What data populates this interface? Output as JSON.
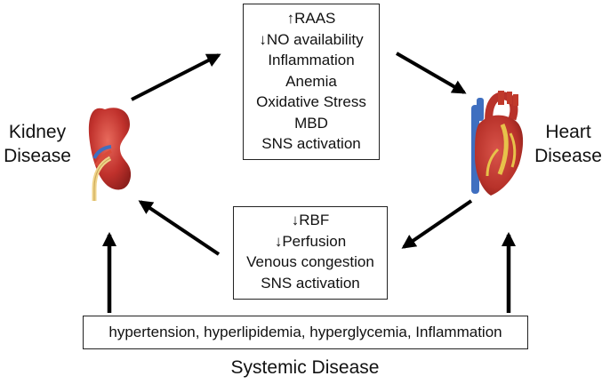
{
  "kidney_label": [
    "Kidney",
    "Disease"
  ],
  "heart_label": [
    "Heart",
    "Disease"
  ],
  "top_box": [
    "↑RAAS",
    "↓NO availability",
    "Inflammation",
    "Anemia",
    "Oxidative Stress",
    "MBD",
    "SNS activation"
  ],
  "middle_box": [
    "↓RBF",
    "↓Perfusion",
    "Venous congestion",
    "SNS activation"
  ],
  "bottom_box": "hypertension, hyperlipidemia, hyperglycemia, Inflammation",
  "systemic_label": "Systemic Disease",
  "icons": {
    "kidney": "kidney-icon",
    "heart": "heart-icon"
  },
  "colors": {
    "kidney_red": "#c0312c",
    "heart_red": "#b8322a",
    "heart_yellow": "#e7c24a",
    "vessel_blue": "#3f6fc0",
    "ureter_yellow": "#f0d48a"
  }
}
